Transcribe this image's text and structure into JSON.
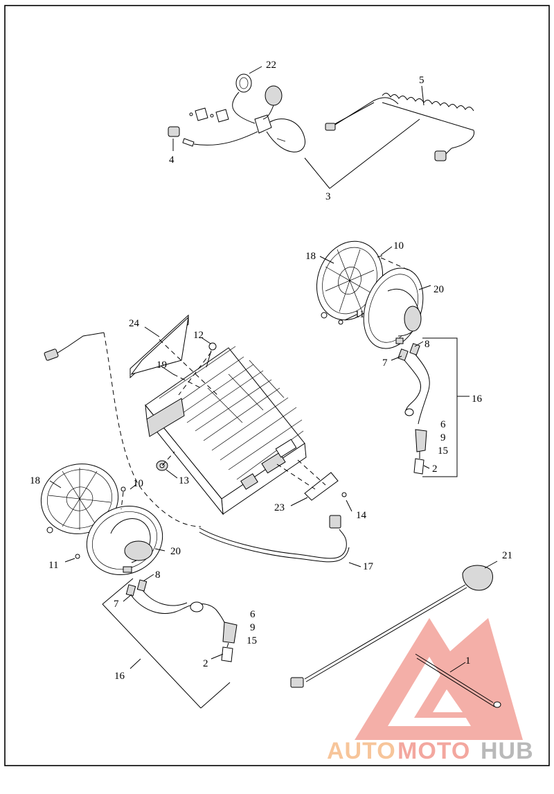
{
  "callouts": [
    {
      "id": "c22",
      "text": "22"
    },
    {
      "id": "c5",
      "text": "5"
    },
    {
      "id": "c4",
      "text": "4"
    },
    {
      "id": "c3",
      "text": "3"
    },
    {
      "id": "c10a",
      "text": "10"
    },
    {
      "id": "c18a",
      "text": "18"
    },
    {
      "id": "c20a",
      "text": "20"
    },
    {
      "id": "c11a",
      "text": "11"
    },
    {
      "id": "c8a",
      "text": "8"
    },
    {
      "id": "c7a",
      "text": "7"
    },
    {
      "id": "c16a",
      "text": "16"
    },
    {
      "id": "c6a",
      "text": "6"
    },
    {
      "id": "c9a",
      "text": "9"
    },
    {
      "id": "c15a",
      "text": "15"
    },
    {
      "id": "c2a",
      "text": "2"
    },
    {
      "id": "c24",
      "text": "24"
    },
    {
      "id": "c12",
      "text": "12"
    },
    {
      "id": "c19",
      "text": "19"
    },
    {
      "id": "c13",
      "text": "13"
    },
    {
      "id": "c23",
      "text": "23"
    },
    {
      "id": "c14",
      "text": "14"
    },
    {
      "id": "c17",
      "text": "17"
    },
    {
      "id": "c18b",
      "text": "18"
    },
    {
      "id": "c10b",
      "text": "10"
    },
    {
      "id": "c20b",
      "text": "20"
    },
    {
      "id": "c11b",
      "text": "11"
    },
    {
      "id": "c8b",
      "text": "8"
    },
    {
      "id": "c7b",
      "text": "7"
    },
    {
      "id": "c6b",
      "text": "6"
    },
    {
      "id": "c9b",
      "text": "9"
    },
    {
      "id": "c15b",
      "text": "15"
    },
    {
      "id": "c2b",
      "text": "2"
    },
    {
      "id": "c16b",
      "text": "16"
    },
    {
      "id": "c21",
      "text": "21"
    },
    {
      "id": "c1",
      "text": "1"
    }
  ],
  "watermark": {
    "part1": "AUTO",
    "part2": "MOTO",
    "part3": "HUB",
    "color_primary": "#f3a79f",
    "color_secondary": "#f7c59a",
    "color_dark": "#b9b9b9"
  }
}
